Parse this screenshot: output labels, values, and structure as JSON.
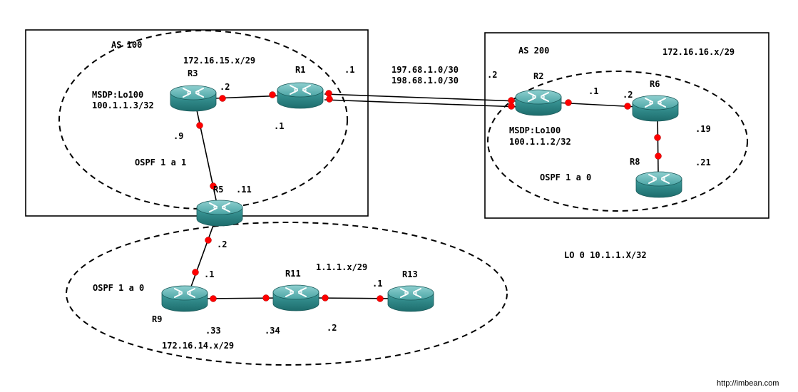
{
  "as100": {
    "label": "AS 100"
  },
  "as200": {
    "label": "AS 200"
  },
  "areas": {
    "as100_ospf": "OSPF 1 a 1",
    "as200_ospf": "OSPF 1 a 0",
    "bottom_ospf": "OSPF 1 a 0"
  },
  "routers": {
    "r1": "R1",
    "r2": "R2",
    "r3": "R3",
    "r5": "R5",
    "r6": "R6",
    "r8": "R8",
    "r9": "R9",
    "r11": "R11",
    "r13": "R13"
  },
  "subnets": {
    "as100_net": "172.16.15.x/29",
    "wan_net_1": "197.68.1.0/30",
    "wan_net_2": "198.68.1.0/30",
    "as200_net": "172.16.16.x/29",
    "r11_r13_net": "1.1.1.x/29",
    "r9_r11_net": "172.16.14.x/29",
    "loopback": "LO 0 10.1.1.X/32"
  },
  "msdp": {
    "r3_line1": "MSDP:Lo100",
    "r3_line2": "100.1.1.3/32",
    "r2_line1": "MSDP:Lo100",
    "r2_line2": "100.1.1.2/32"
  },
  "hosts": {
    "r3_r1_r3": ".2",
    "r1_wan": ".1",
    "r1_inner": ".1",
    "r3_r5": ".9",
    "r5_r3": ".11",
    "r2_wan": ".2",
    "r2_r6": ".1",
    "r6_r2": ".2",
    "r6_r8": ".19",
    "r8_r6": ".21",
    "r5_r9": ".2",
    "r9_r5": ".1",
    "r9_r11": ".33",
    "r11_r9": ".34",
    "r11_r13": ".2",
    "r13_r11": ".1"
  },
  "watermark": "http://imbean.com",
  "colors": {
    "router_body": "#2e8a8a",
    "router_top": "#5fb3b3",
    "interface_dot": "#ff0000"
  }
}
